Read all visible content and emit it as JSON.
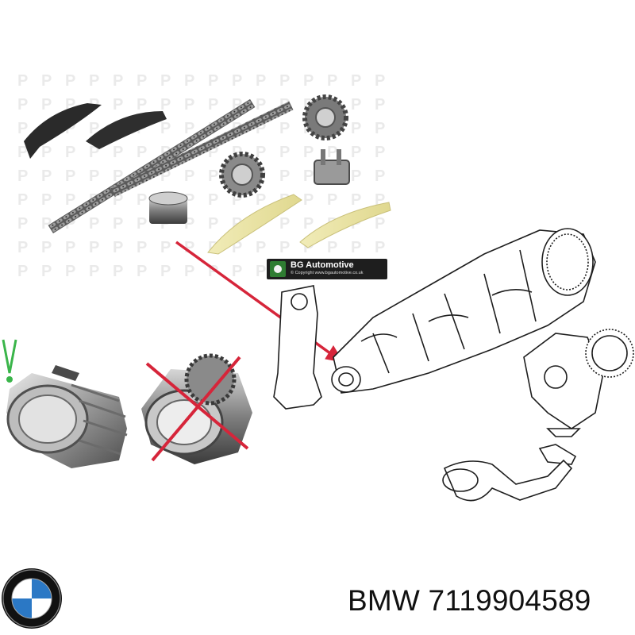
{
  "badge": {
    "title": "BG Automotive",
    "copyright": "© Copyright www.bgautomotive.co.uk"
  },
  "caption": {
    "brand": "BMW",
    "part_number": "7119904589"
  },
  "watermark_glyph": "P",
  "colors": {
    "arrow_red": "#d6253a",
    "cross_red": "#d6253a",
    "check_green": "#3ab54a",
    "bmw_blue": "#2b78c5",
    "badge_bg": "#1e1e1e",
    "badge_logo": "#2f7d32"
  },
  "icons": [
    "bmw-logo-icon",
    "bga-logo-icon",
    "checkmark-icon",
    "cross-icon",
    "arrow-icon"
  ]
}
